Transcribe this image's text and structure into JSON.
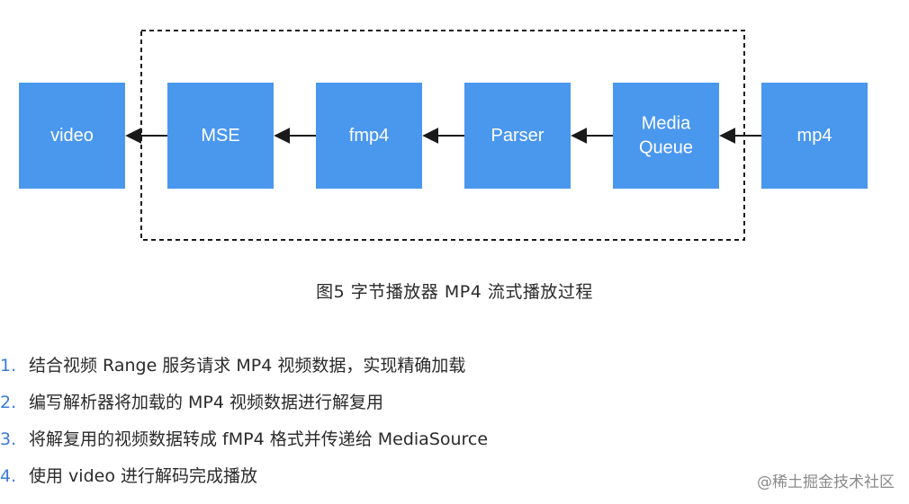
{
  "diagram": {
    "nodes": [
      {
        "id": "video",
        "label": "video"
      },
      {
        "id": "mse",
        "label": "MSE"
      },
      {
        "id": "fmp4",
        "label": "fmp4"
      },
      {
        "id": "parser",
        "label": "Parser"
      },
      {
        "id": "media-queue",
        "label": "Media\nQueue"
      },
      {
        "id": "mp4",
        "label": "mp4"
      }
    ],
    "edges": [
      {
        "from": "mp4",
        "to": "media-queue"
      },
      {
        "from": "media-queue",
        "to": "parser"
      },
      {
        "from": "parser",
        "to": "fmp4"
      },
      {
        "from": "fmp4",
        "to": "mse"
      },
      {
        "from": "mse",
        "to": "video"
      }
    ],
    "colors": {
      "node_fill": "#4a97ee",
      "node_text": "#ffffff",
      "arrow": "#1a1a1a",
      "boundary": "#1a1a1a"
    }
  },
  "caption": "图5  字节播放器 MP4 流式播放过程",
  "steps": [
    {
      "num": "1.",
      "text": "结合视频 Range 服务请求 MP4 视频数据，实现精确加载"
    },
    {
      "num": "2.",
      "text": "编写解析器将加载的 MP4 视频数据进行解复用"
    },
    {
      "num": "3.",
      "text": "将解复用的视频数据转成 fMP4 格式并传递给 MediaSource"
    },
    {
      "num": "4.",
      "text": "使用 video 进行解码完成播放"
    }
  ],
  "watermark": "@稀土掘金技术社区"
}
